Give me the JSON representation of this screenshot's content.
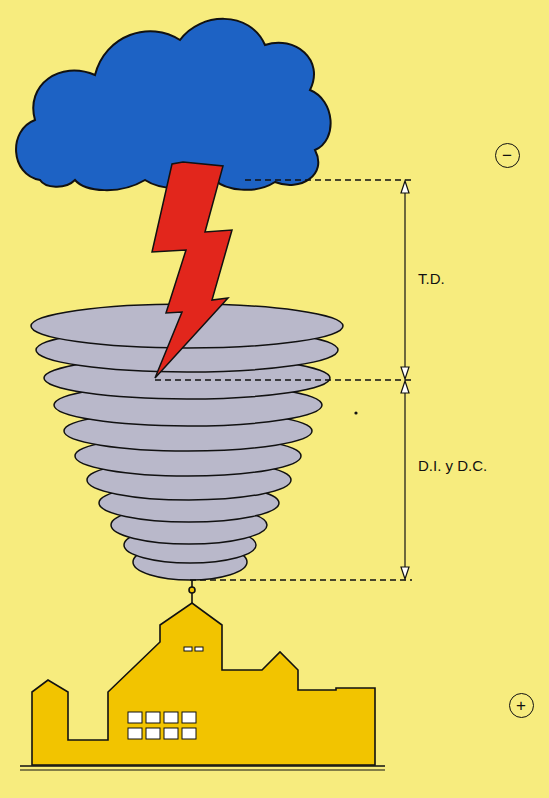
{
  "diagram": {
    "nodes": [
      {
        "text": [
          "−"
        ]
      },
      {
        "text": [
          "+"
        ]
      }
    ],
    "labels": [
      "T.D.",
      "D.I. y D.C."
    ]
  }
}
